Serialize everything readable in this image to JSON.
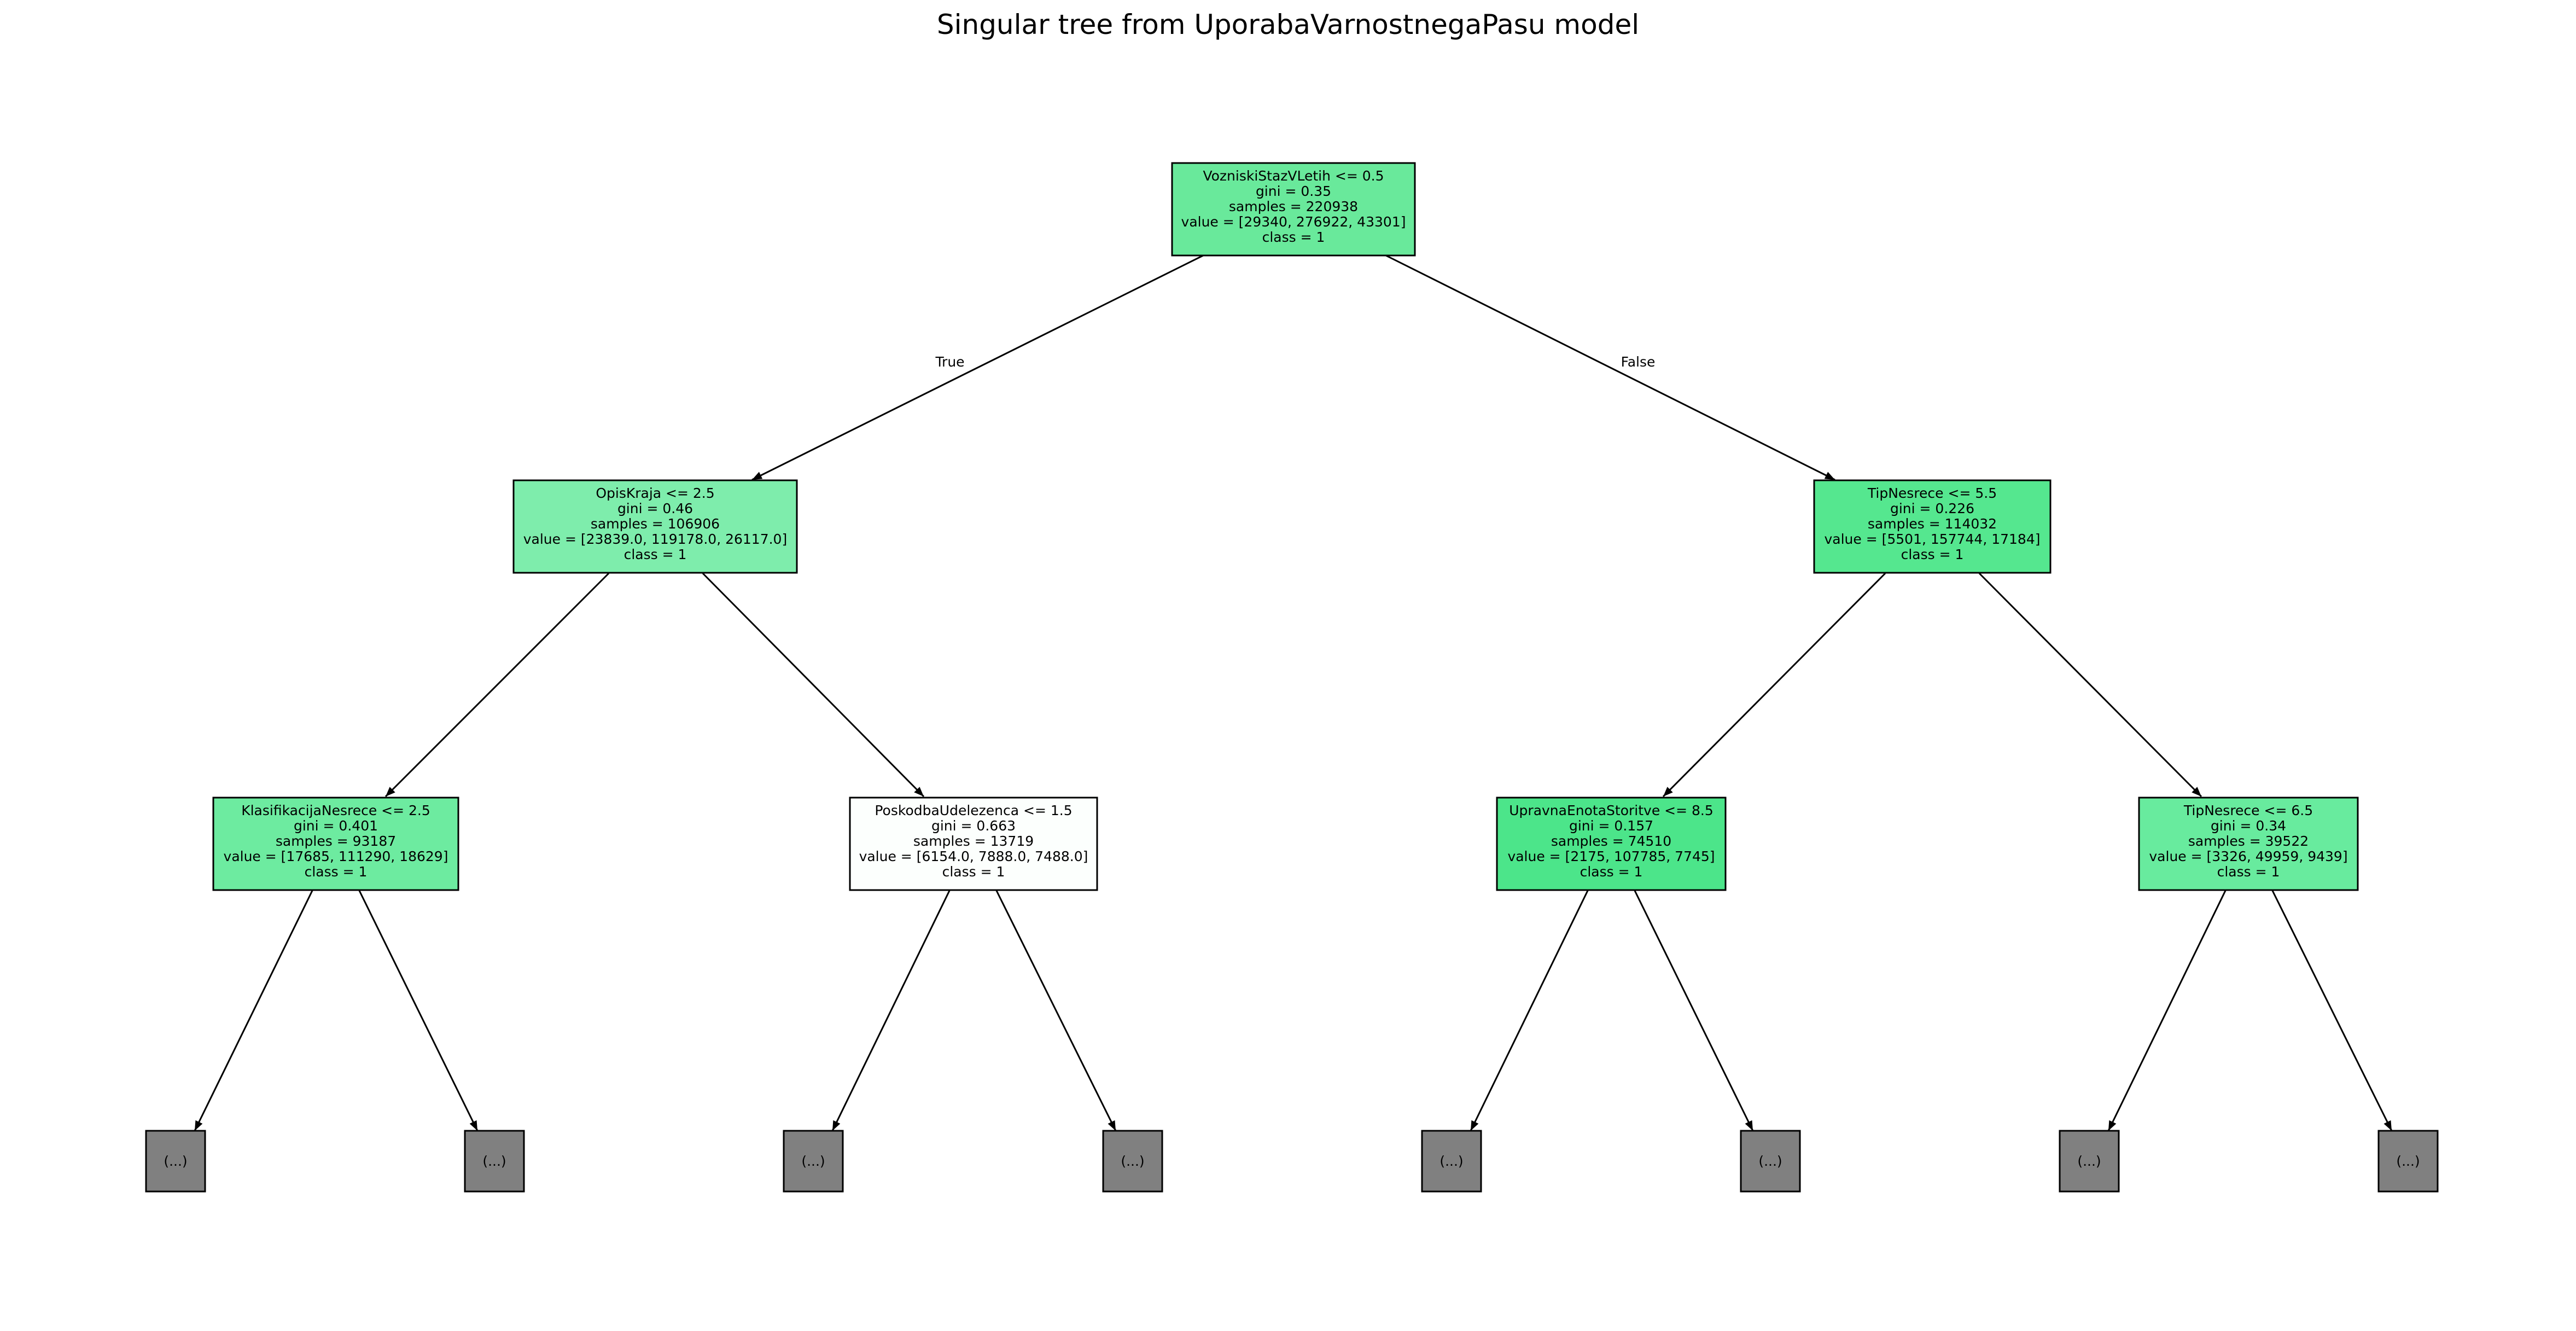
{
  "title": "Singular tree from UporabaVarnostnegaPasu model",
  "edge_labels": {
    "true": "True",
    "false": "False"
  },
  "colors": {
    "leaf_truncated": "#808080",
    "node_border": "#000000",
    "edge": "#000000"
  },
  "nodes": [
    {
      "id": "root",
      "lines": [
        "VozniskiStazVLetih <= 0.5",
        "gini = 0.35",
        "samples = 220938",
        "value = [29340, 276922, 43301]",
        "class = 1"
      ],
      "fill": "#69e99b"
    },
    {
      "id": "n1",
      "lines": [
        "OpisKraja <= 2.5",
        "gini = 0.46",
        "samples = 106906",
        "value = [23839.0, 119178.0, 26117.0]",
        "class = 1"
      ],
      "fill": "#7eedac"
    },
    {
      "id": "n2",
      "lines": [
        "TipNesrece <= 5.5",
        "gini = 0.226",
        "samples = 114032",
        "value = [5501, 157744, 17184]",
        "class = 1"
      ],
      "fill": "#55e78f"
    },
    {
      "id": "n3",
      "lines": [
        "KlasifikacijaNesrece <= 2.5",
        "gini = 0.401",
        "samples = 93187",
        "value = [17685, 111290, 18629]",
        "class = 1"
      ],
      "fill": "#6deba0"
    },
    {
      "id": "n4",
      "lines": [
        "PoskodbaUdelezenca <= 1.5",
        "gini = 0.663",
        "samples = 13719",
        "value = [6154.0, 7888.0, 7488.0]",
        "class = 1"
      ],
      "fill": "#fcfffd"
    },
    {
      "id": "n5",
      "lines": [
        "UpravnaEnotaStoritve <= 8.5",
        "gini = 0.157",
        "samples = 74510",
        "value = [2175, 107785, 7745]",
        "class = 1"
      ],
      "fill": "#4ce58a"
    },
    {
      "id": "n6",
      "lines": [
        "TipNesrece <= 6.5",
        "gini = 0.34",
        "samples = 39522",
        "value = [3326, 49959, 9439]",
        "class = 1"
      ],
      "fill": "#68eb9e"
    }
  ],
  "truncated_label": "(...)"
}
